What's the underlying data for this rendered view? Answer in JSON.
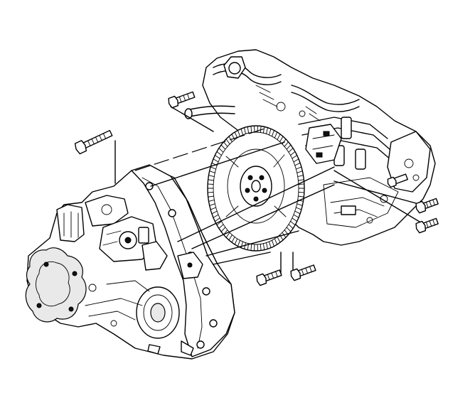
{
  "figure": {
    "background": "#ffffff",
    "line_color": "#000000",
    "components": [
      "engine-block",
      "flywheel",
      "transmission-housing",
      "bell-housing",
      "mounting-bolts",
      "alignment-guide-lines"
    ],
    "bolt_count": 7
  }
}
